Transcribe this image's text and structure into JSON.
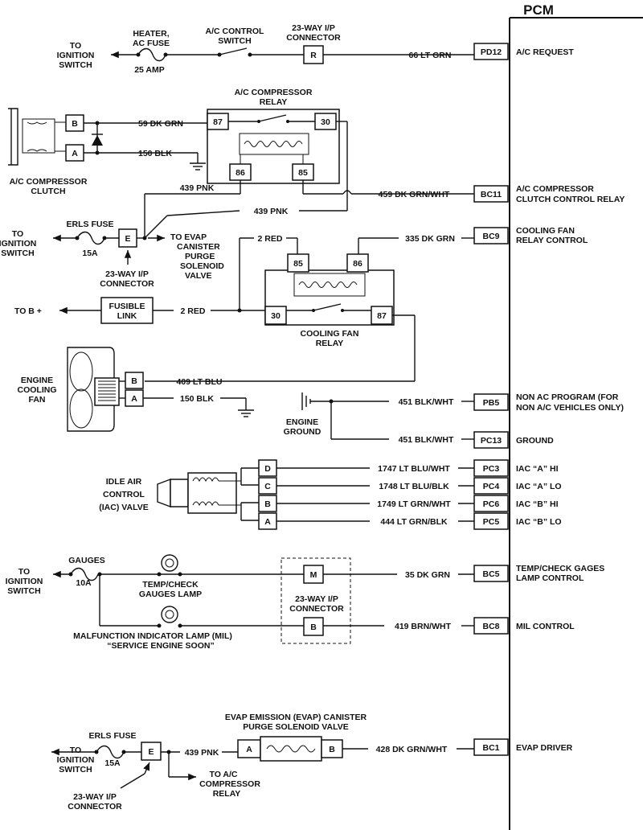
{
  "pcm": {
    "title": "PCM",
    "pins": [
      {
        "id": "PD12",
        "wire": "66 LT GRN",
        "function": [
          "A/C REQUEST"
        ]
      },
      {
        "id": "BC11",
        "wire": "459 DK GRN/WHT",
        "function": [
          "A/C COMPRESSOR",
          "CLUTCH CONTROL RELAY"
        ]
      },
      {
        "id": "BC9",
        "wire": "335 DK GRN",
        "function": [
          "COOLING FAN",
          "RELAY CONTROL"
        ]
      },
      {
        "id": "PB5",
        "wire": "451 BLK/WHT",
        "function": [
          "NON AC PROGRAM (FOR",
          "NON A/C VEHICLES ONLY)"
        ]
      },
      {
        "id": "PC13",
        "wire": "451 BLK/WHT",
        "function": [
          "GROUND"
        ]
      },
      {
        "id": "PC3",
        "wire": "1747 LT BLU/WHT",
        "function": [
          "IAC “A” HI"
        ]
      },
      {
        "id": "PC4",
        "wire": "1748 LT BLU/BLK",
        "function": [
          "IAC “A” LO"
        ]
      },
      {
        "id": "PC6",
        "wire": "1749 LT GRN/WHT",
        "function": [
          "IAC “B” HI"
        ]
      },
      {
        "id": "PC5",
        "wire": "444 LT GRN/BLK",
        "function": [
          "IAC “B” LO"
        ]
      },
      {
        "id": "BC5",
        "wire": "35 DK GRN",
        "function": [
          "TEMP/CHECK GAGES",
          "LAMP CONTROL"
        ]
      },
      {
        "id": "BC8",
        "wire": "419 BRN/WHT",
        "function": [
          "MIL CONTROL"
        ]
      },
      {
        "id": "BC1",
        "wire": "428 DK GRN/WHT",
        "function": [
          "EVAP DRIVER"
        ]
      }
    ]
  },
  "ac_request": {
    "to_ignition": [
      "TO",
      "IGNITION",
      "SWITCH"
    ],
    "fuse_label": [
      "HEATER,",
      "AC FUSE"
    ],
    "fuse_rating": "25 AMP",
    "switch_label": [
      "A/C CONTROL",
      "SWITCH"
    ],
    "connector_label": [
      "23-WAY I/P",
      "CONNECTOR"
    ],
    "connector_pin": "R"
  },
  "compressor": {
    "relay_label": [
      "A/C COMPRESSOR",
      "RELAY"
    ],
    "relay_pins": [
      "87",
      "30",
      "86",
      "85"
    ],
    "clutch_label": [
      "A/C COMPRESSOR",
      "CLUTCH"
    ],
    "clutch_pins": [
      "B",
      "A"
    ],
    "wire_b": "59 DK GRN",
    "wire_a": "150 BLK",
    "wire_86": "439 PNK",
    "wire_86b": "439 PNK"
  },
  "erls_top": {
    "to_ignition": [
      "TO",
      "IGNITION",
      "SWITCH"
    ],
    "fuse_label": "ERLS FUSE",
    "fuse_rating": "15A",
    "connector_pin": "E",
    "connector_label": [
      "23-WAY I/P",
      "CONNECTOR"
    ],
    "evap_label": [
      "TO EVAP",
      "CANISTER",
      "PURGE",
      "SOLENOID",
      "VALVE"
    ]
  },
  "cooling_fan": {
    "relay_label": [
      "COOLING FAN",
      "RELAY"
    ],
    "relay_pins": [
      "85",
      "86",
      "30",
      "87"
    ],
    "wire_85": "2 RED",
    "wire_30": "2 RED",
    "to_b_plus": "TO B +",
    "fusible_link": [
      "FUSIBLE",
      "LINK"
    ],
    "fan_label": [
      "ENGINE",
      "COOLING",
      "FAN"
    ],
    "fan_pins": [
      "B",
      "A"
    ],
    "wire_b": "409 LT BLU",
    "wire_a": "150 BLK",
    "engine_ground": [
      "ENGINE",
      "GROUND"
    ]
  },
  "iac": {
    "label": [
      "IDLE AIR",
      "CONTROL",
      "(IAC) VALVE"
    ],
    "pins": [
      "D",
      "C",
      "B",
      "A"
    ]
  },
  "gauges": {
    "to_ignition": [
      "TO",
      "IGNITION",
      "SWITCH"
    ],
    "fuse_label": "GAUGES",
    "fuse_rating": "10A",
    "lamp1_label": [
      "TEMP/CHECK",
      "GAUGES LAMP"
    ],
    "lamp2_label": [
      "MALFUNCTION INDICATOR LAMP (MIL)",
      "“SERVICE ENGINE SOON”"
    ],
    "connector_label": [
      "23-WAY I/P",
      "CONNECTOR"
    ],
    "pin_m": "M",
    "pin_b": "B"
  },
  "evap": {
    "to_ignition": [
      "TO",
      "IGNITION",
      "SWITCH"
    ],
    "fuse_label": "ERLS FUSE",
    "fuse_rating": "15A",
    "connector_pin": "E",
    "connector_label": [
      "23-WAY I/P",
      "CONNECTOR"
    ],
    "wire_a": "439 PNK",
    "valve_label": [
      "EVAP EMISSION (EVAP) CANISTER",
      "PURGE SOLENOID VALVE"
    ],
    "valve_pins": [
      "A",
      "B"
    ],
    "to_relay": [
      "TO A/C",
      "COMPRESSOR",
      "RELAY"
    ]
  }
}
